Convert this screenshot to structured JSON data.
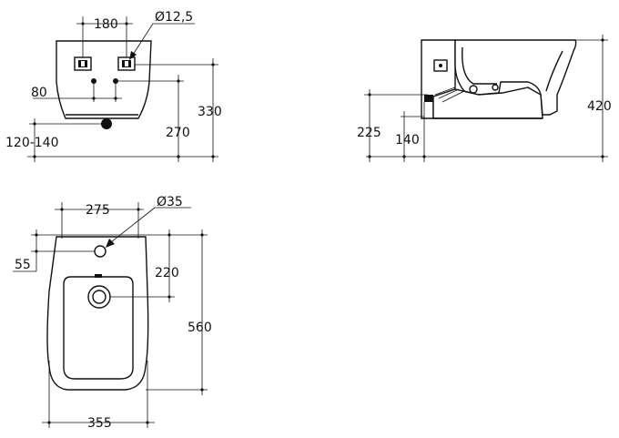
{
  "front_view": {
    "dim_inlet_spacing": "180",
    "dim_inlet_diameter": "Ø12,5",
    "dim_bolt_offset": "80",
    "dim_total_height": "330",
    "dim_bolt_height": "270",
    "dim_waste_height": "120-140"
  },
  "side_view": {
    "dim_height": "420",
    "dim_waste_height": "225",
    "dim_waste_offset": "140"
  },
  "top_view": {
    "dim_tap_hole_spacing": "275",
    "dim_tap_hole_diameter": "Ø35",
    "dim_tap_hole_offset": "55",
    "dim_drain_offset": "220",
    "dim_length": "560",
    "dim_width": "355"
  }
}
